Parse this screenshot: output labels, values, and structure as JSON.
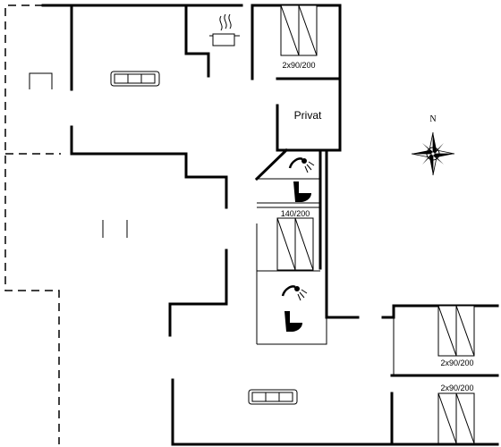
{
  "floorplan": {
    "labels": {
      "bed_top": "2x90/200",
      "room_privat": "Privat",
      "bed_middle": "140/200",
      "bed_right_upper": "2x90/200",
      "bed_right_lower": "2x90/200",
      "compass_north": "N"
    },
    "icons": [
      "stove-icon",
      "sofa-icon",
      "shower-icon",
      "toilet-icon",
      "bed-icon",
      "compass-icon",
      "fireplace-icon"
    ]
  }
}
